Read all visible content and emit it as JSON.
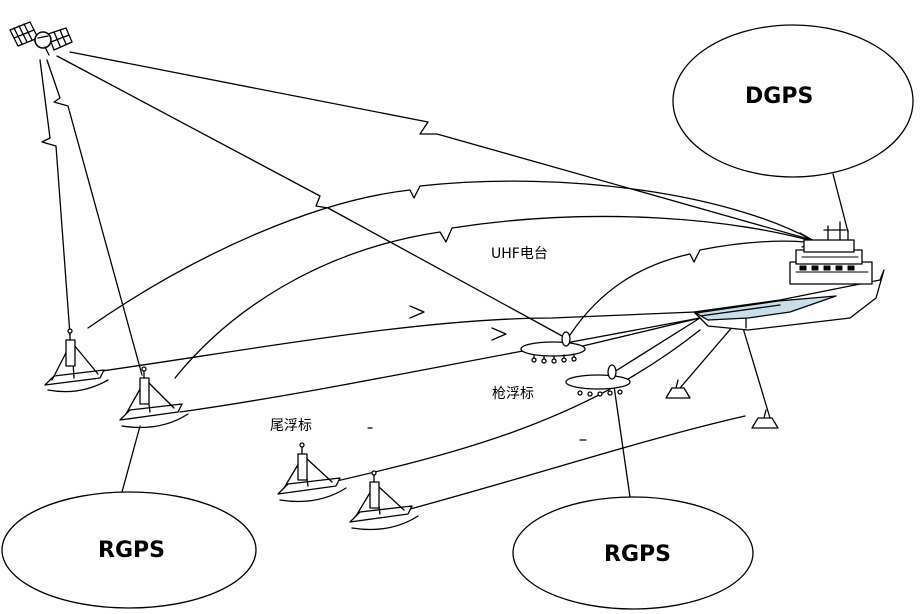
{
  "labels": {
    "dgps": "DGPS",
    "rgps_left": "RGPS",
    "rgps_right": "RGPS",
    "uhf": "UHF电台",
    "gun_buoy": "枪浮标",
    "tail_buoy": "尾浮标"
  },
  "colors": {
    "line": "#000000",
    "background": "#ffffff",
    "deck": "#c8dfea"
  },
  "icons": {
    "satellite": "satellite-icon",
    "ship": "ship-icon",
    "tail_buoy": "tail-buoy-icon",
    "gun_buoy": "gun-buoy-icon"
  }
}
